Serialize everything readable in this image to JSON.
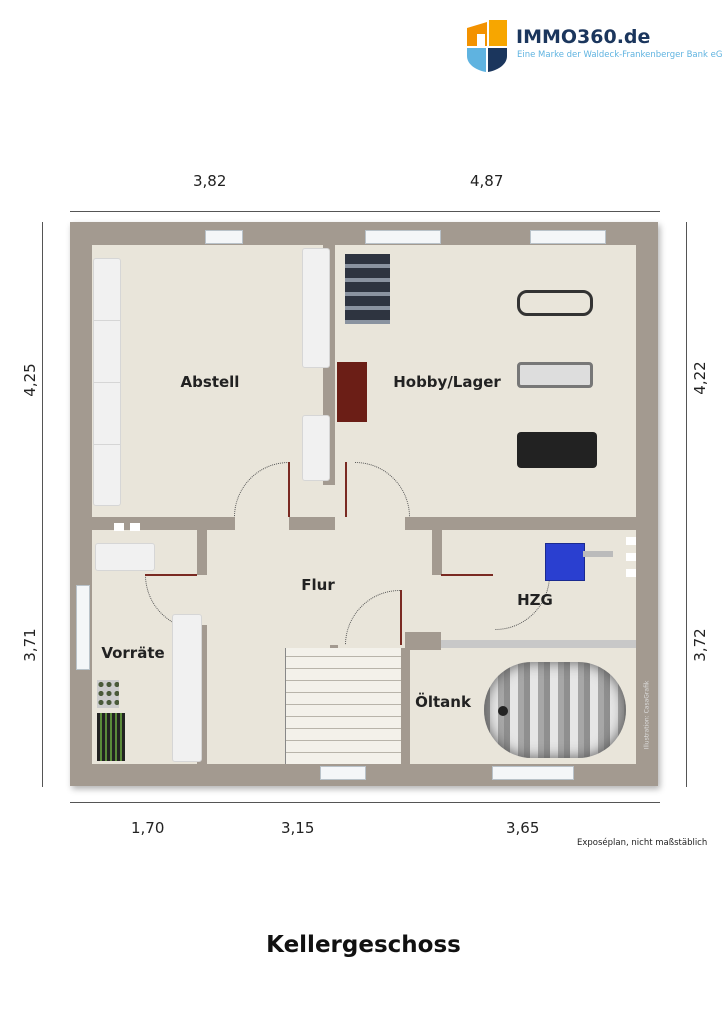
{
  "logo": {
    "name": "IMMO360.de",
    "tagline": "Eine Marke der Waldeck-Frankenberger Bank eG",
    "colors": {
      "orange": "#f39200",
      "blue": "#1b365d",
      "light_blue": "#5fb3e0"
    }
  },
  "dimensions": {
    "top": [
      "3,82",
      "4,87"
    ],
    "left": [
      "4,25",
      "3,71"
    ],
    "right": [
      "4,22",
      "3,72"
    ],
    "bottom": [
      "1,70",
      "3,15",
      "3,65"
    ]
  },
  "rooms": {
    "abstell": "Abstell",
    "hobby": "Hobby/Lager",
    "flur": "Flur",
    "hzg": "HZG",
    "vorraete": "Vorräte",
    "oeltank": "Öltank"
  },
  "watermark": "Illustration: CasaGrafik",
  "note": "Exposéplan, nicht maßstäblich",
  "title": "Kellergeschoss"
}
